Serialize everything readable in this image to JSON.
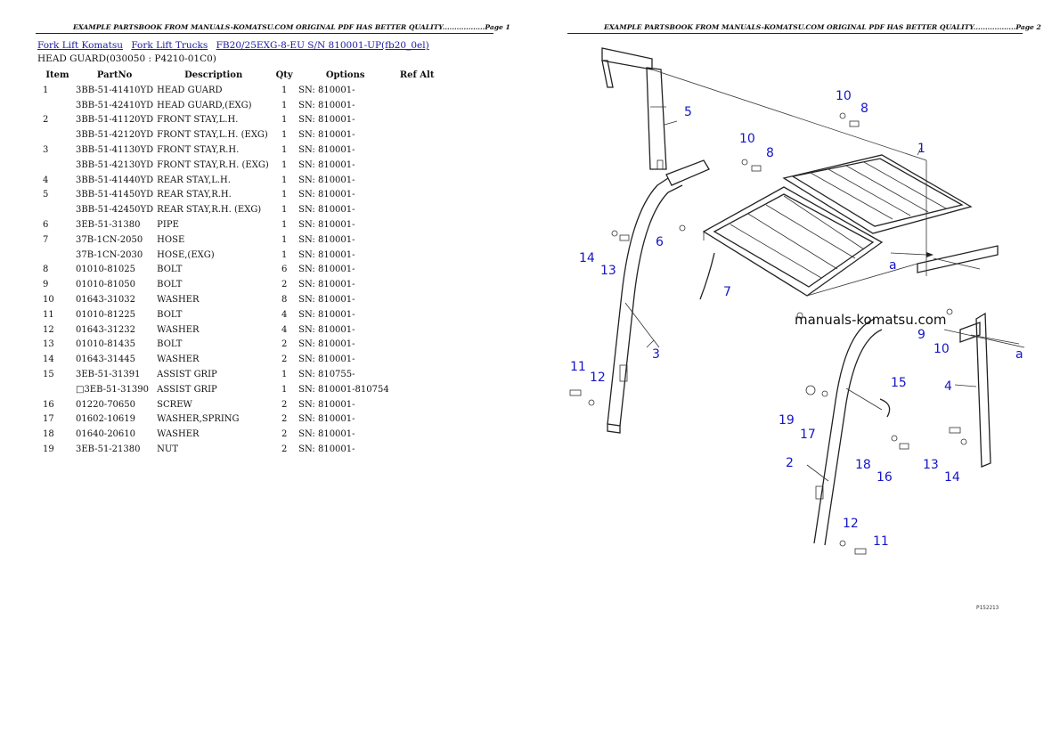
{
  "page1_header": "EXAMPLE PARTSBOOK FROM MANUALS-KOMATSU.COM ORIGINAL PDF HAS BETTER QUALITY..................Page 1",
  "page2_header": "EXAMPLE PARTSBOOK FROM MANUALS-KOMATSU.COM ORIGINAL PDF HAS BETTER QUALITY..................Page 2",
  "breadcrumbs": [
    "Fork Lift Komatsu",
    "Fork Lift Trucks",
    "FB20/25EXG-8-EU S/N 810001-UP(fb20_0el)"
  ],
  "section_title": "HEAD GUARD(030050 : P4210-01C0)",
  "table": {
    "headers": [
      "Item",
      "PartNo",
      "Description",
      "Qty",
      "Options",
      "Ref Alt"
    ],
    "rows": [
      {
        "item": "1",
        "part": "3BB-51-41410YD",
        "desc": "HEAD GUARD",
        "qty": "1",
        "opt": "SN: 810001-"
      },
      {
        "item": "",
        "part": "3BB-51-42410YD",
        "desc": "HEAD GUARD,(EXG)",
        "qty": "1",
        "opt": "SN: 810001-"
      },
      {
        "item": "2",
        "part": "3BB-51-41120YD",
        "desc": "FRONT STAY,L.H.",
        "qty": "1",
        "opt": "SN: 810001-"
      },
      {
        "item": "",
        "part": "3BB-51-42120YD",
        "desc": "FRONT STAY,L.H. (EXG)",
        "qty": "1",
        "opt": "SN: 810001-"
      },
      {
        "item": "3",
        "part": "3BB-51-41130YD",
        "desc": "FRONT STAY,R.H.",
        "qty": "1",
        "opt": "SN: 810001-"
      },
      {
        "item": "",
        "part": "3BB-51-42130YD",
        "desc": "FRONT STAY,R.H. (EXG)",
        "qty": "1",
        "opt": "SN: 810001-"
      },
      {
        "item": "4",
        "part": "3BB-51-41440YD",
        "desc": "REAR STAY,L.H.",
        "qty": "1",
        "opt": "SN: 810001-"
      },
      {
        "item": "5",
        "part": "3BB-51-41450YD",
        "desc": "REAR STAY,R.H.",
        "qty": "1",
        "opt": "SN: 810001-"
      },
      {
        "item": "",
        "part": "3BB-51-42450YD",
        "desc": "REAR STAY,R.H. (EXG)",
        "qty": "1",
        "opt": "SN: 810001-"
      },
      {
        "item": "6",
        "part": "3EB-51-31380",
        "desc": "PIPE",
        "qty": "1",
        "opt": "SN: 810001-"
      },
      {
        "item": "7",
        "part": "37B-1CN-2050",
        "desc": "HOSE",
        "qty": "1",
        "opt": "SN: 810001-"
      },
      {
        "item": "",
        "part": "37B-1CN-2030",
        "desc": "HOSE,(EXG)",
        "qty": "1",
        "opt": "SN: 810001-"
      },
      {
        "item": "8",
        "part": "01010-81025",
        "desc": "BOLT",
        "qty": "6",
        "opt": "SN: 810001-"
      },
      {
        "item": "9",
        "part": "01010-81050",
        "desc": "BOLT",
        "qty": "2",
        "opt": "SN: 810001-"
      },
      {
        "item": "10",
        "part": "01643-31032",
        "desc": "WASHER",
        "qty": "8",
        "opt": "SN: 810001-"
      },
      {
        "item": "11",
        "part": "01010-81225",
        "desc": "BOLT",
        "qty": "4",
        "opt": "SN: 810001-"
      },
      {
        "item": "12",
        "part": "01643-31232",
        "desc": "WASHER",
        "qty": "4",
        "opt": "SN: 810001-"
      },
      {
        "item": "13",
        "part": "01010-81435",
        "desc": "BOLT",
        "qty": "2",
        "opt": "SN: 810001-"
      },
      {
        "item": "14",
        "part": "01643-31445",
        "desc": "WASHER",
        "qty": "2",
        "opt": "SN: 810001-"
      },
      {
        "item": "15",
        "part": "3EB-51-31391",
        "desc": "ASSIST GRIP",
        "qty": "1",
        "opt": "SN: 810755-"
      },
      {
        "item": "",
        "part": "□3EB-51-31390",
        "desc": "ASSIST GRIP",
        "qty": "1",
        "opt": "SN: 810001-810754"
      },
      {
        "item": "16",
        "part": "01220-70650",
        "desc": "SCREW",
        "qty": "2",
        "opt": "SN: 810001-"
      },
      {
        "item": "17",
        "part": "01602-10619",
        "desc": "WASHER,SPRING",
        "qty": "2",
        "opt": "SN: 810001-"
      },
      {
        "item": "18",
        "part": "01640-20610",
        "desc": "WASHER",
        "qty": "2",
        "opt": "SN: 810001-"
      },
      {
        "item": "19",
        "part": "3EB-51-21380",
        "desc": "NUT",
        "qty": "2",
        "opt": "SN: 810001-"
      }
    ]
  },
  "diagram": {
    "watermark": "manuals-komatsu.com",
    "drawing_code": "P152213",
    "callouts": [
      "1",
      "2",
      "3",
      "4",
      "5",
      "6",
      "7",
      "8",
      "8",
      "9",
      "10",
      "10",
      "10",
      "11",
      "11",
      "12",
      "12",
      "13",
      "13",
      "14",
      "14",
      "15",
      "16",
      "17",
      "18",
      "19",
      "a",
      "a"
    ]
  }
}
